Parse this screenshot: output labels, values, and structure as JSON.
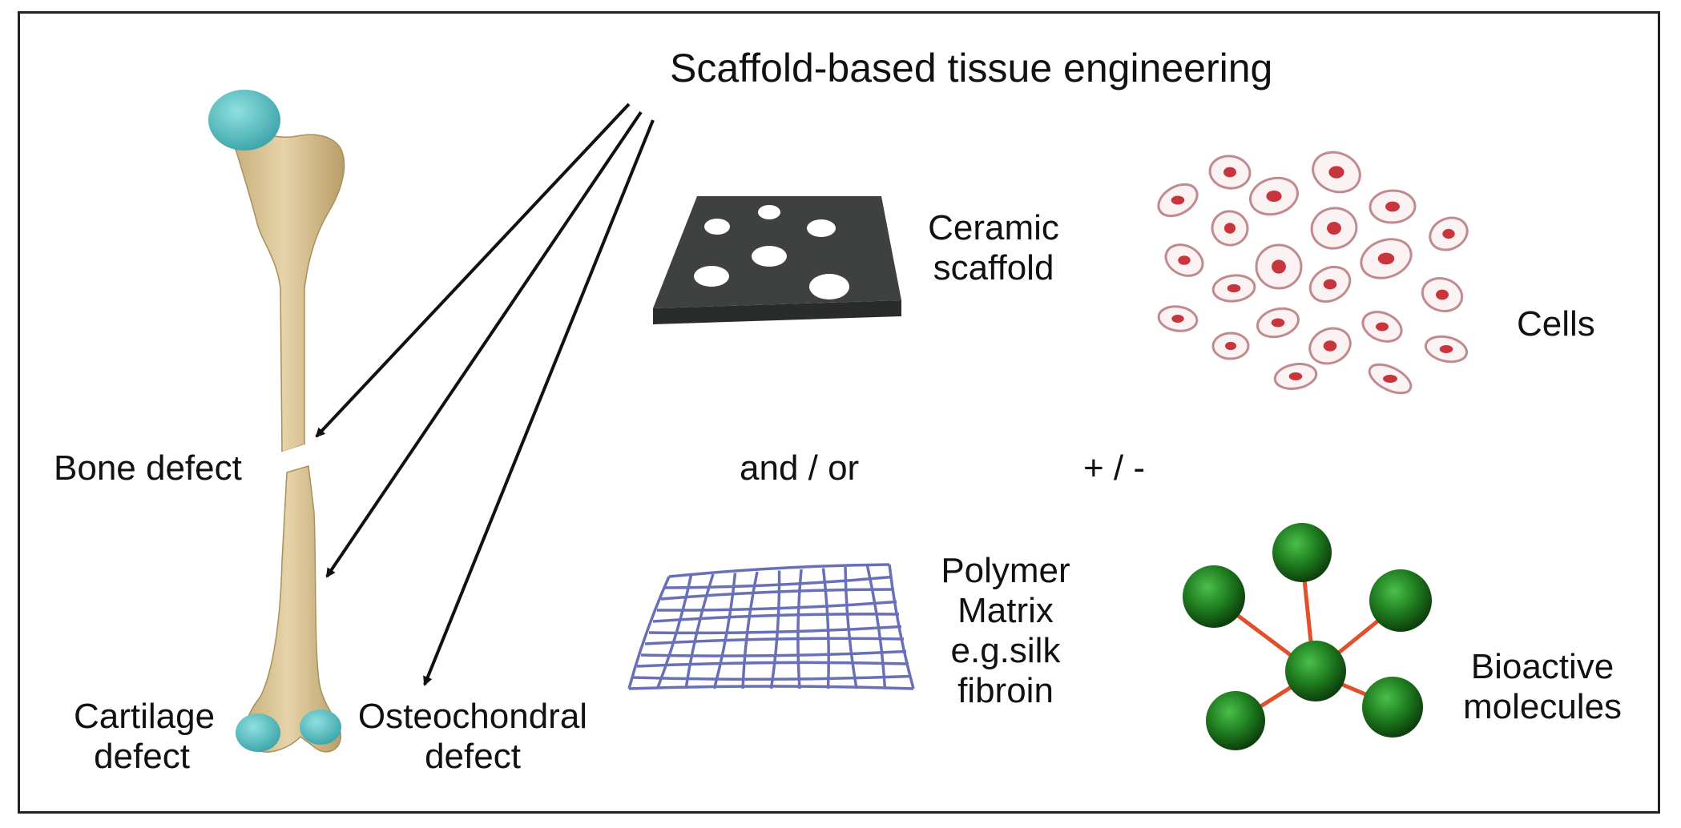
{
  "title": "Scaffold-based tissue engineering",
  "defects": {
    "bone": "Bone defect",
    "cartilage_line1": "Cartilage",
    "cartilage_line2": "defect",
    "osteochondral_line1": "Osteochondral",
    "osteochondral_line2": "defect"
  },
  "components": {
    "ceramic_line1": "Ceramic",
    "ceramic_line2": "scaffold",
    "cells": "Cells",
    "and_or": "and / or",
    "plus_minus": "+ / -",
    "polymer_line1": "Polymer",
    "polymer_line2": "Matrix",
    "polymer_line3": "e.g.silk",
    "polymer_line4": "fibroin",
    "bioactive_line1": "Bioactive",
    "bioactive_line2": "molecules"
  },
  "colors": {
    "bone": "#d9c49a",
    "cartilage": "#5ec4c4",
    "scaffold": "#3a3d3c",
    "mesh": "#6a70b8",
    "cell_membrane": "#c08a8e",
    "cell_nucleus": "#c8353c",
    "molecule": "#1e7a1e",
    "molecule_link": "#e0502a"
  }
}
